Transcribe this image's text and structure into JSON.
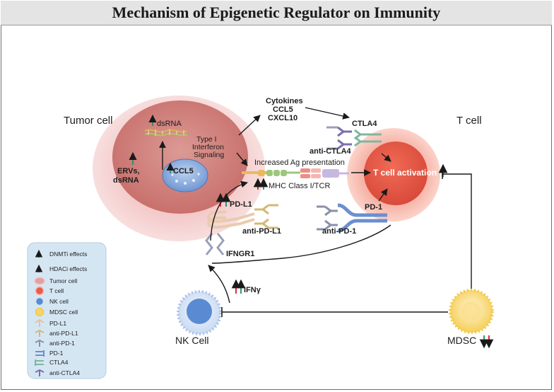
{
  "title": "Mechanism of Epigenetic Regulator on Immunity",
  "cells": {
    "tumor": "Tumor cell",
    "t_cell": "T cell",
    "nk": "NK Cell",
    "mdsc": "MDSC"
  },
  "labels": {
    "dsrna": "dsRNA",
    "ervs_1": "ERVs,",
    "ervs_2": "dsRNA",
    "ccl5_nucleus": "CCL5",
    "ifn_1": "Type I",
    "ifn_2": "Interferon",
    "ifn_3": "Signaling",
    "cytokines_1": "Cytokines",
    "cytokines_2": "CCL5",
    "cytokines_3": "CXCL10",
    "ctla4": "CTLA4",
    "anti_ctla4": "anti-CTLA4",
    "ag_presentation": "Increased Ag presentation",
    "mhc": "MHC Class I/TCR",
    "t_activation": "T cell activation",
    "pdl1": "PD-L1",
    "anti_pdl1": "anti-PD-L1",
    "pd1": "PD-1",
    "anti_pd1": "anti-PD-1",
    "ifngr1": "IFNGR1",
    "ifng": "IFNγ"
  },
  "legend": [
    {
      "icon": "dnmti-arrow",
      "label": "DNMTi effects"
    },
    {
      "icon": "hdaci-arrow",
      "label": "HDACi effects"
    },
    {
      "icon": "tumor-cell",
      "label": "Tumor cell"
    },
    {
      "icon": "t-cell",
      "label": "T cell"
    },
    {
      "icon": "nk-cell",
      "label": "NK cell"
    },
    {
      "icon": "mdsc-cell",
      "label": "MDSC cell"
    },
    {
      "icon": "pd-l1",
      "label": "PD-L1"
    },
    {
      "icon": "anti-pd-l1",
      "label": "anti-PD-L1"
    },
    {
      "icon": "anti-pd-1",
      "label": "anti-PD-1"
    },
    {
      "icon": "pd-1",
      "label": "PD-1"
    },
    {
      "icon": "ctla4",
      "label": "CTLA4"
    },
    {
      "icon": "anti-ctla4",
      "label": "anti-CTLA4"
    }
  ],
  "colors": {
    "dnmti": "#1e8a6c",
    "hdaci": "#e0141e",
    "tumor_outer": "#f5cccc",
    "tumor_inner": "#d88a86",
    "t_cell": "#ec6f5e",
    "nk": "#5c8fd4",
    "mdsc": "#f5c43a",
    "legend_bg": "#d5e6f3"
  }
}
